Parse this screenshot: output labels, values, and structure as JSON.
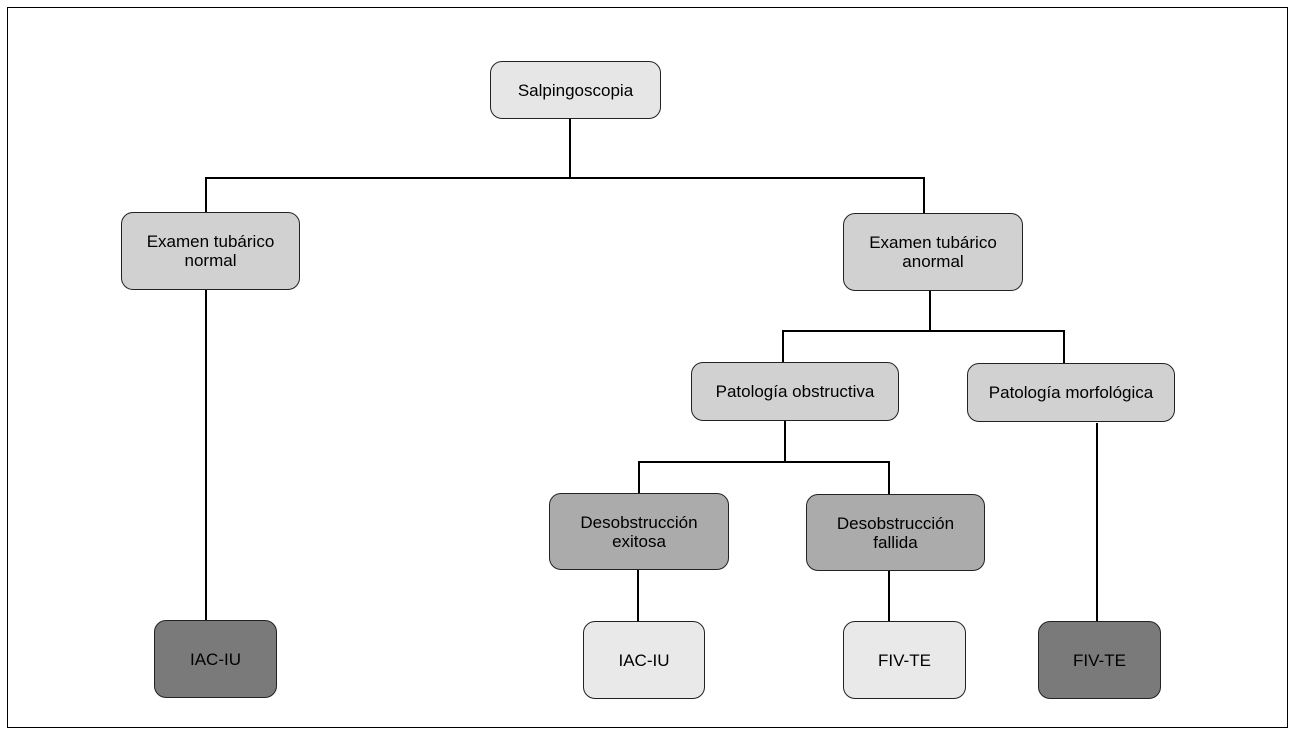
{
  "diagram": {
    "root": {
      "label": "Salpingoscopia"
    },
    "normal": {
      "label": "Examen tubárico normal"
    },
    "abnormal": {
      "label": "Examen tubárico anormal"
    },
    "obstructive": {
      "label": "Patología obstructiva"
    },
    "morphological": {
      "label": "Patología morfológica"
    },
    "success": {
      "label": "Desobstrucción exitosa"
    },
    "failed": {
      "label": "Desobstrucción fallida"
    },
    "outcomes": {
      "normal_result": "IAC-IU",
      "success_result": "IAC-IU",
      "failed_result": "FIV-TE",
      "morphological_result": "FIV-TE"
    }
  }
}
